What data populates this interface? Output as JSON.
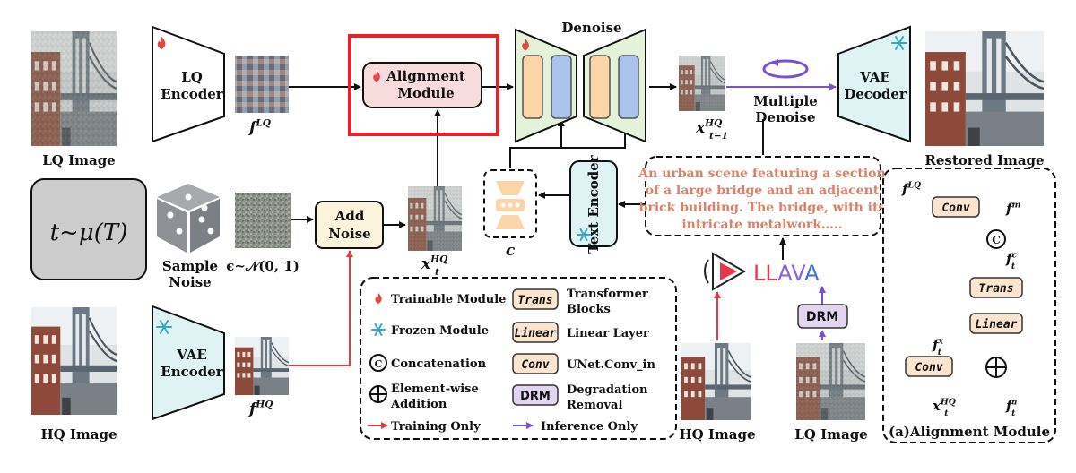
{
  "colors": {
    "training": "#e8394a",
    "inference": "#7b4fd6",
    "alignment_box": "#e8202a",
    "denoise_fill": "#e3f2d9",
    "encoder_fill": "#dff3f5",
    "module_fill": "#f6dcdc",
    "token_orange": "#fbd5a8",
    "token_blue": "#a9c3ea",
    "op_fill": "#fbe5cf",
    "drm_fill": "#e3d5ef",
    "caption": "#d9826a",
    "llava_red": "#e8394a",
    "llava_purple": "#8a62e0",
    "llava_blue": "#3b74d9"
  },
  "icons": {
    "trainable": "flame-icon",
    "frozen": "snowflake-icon",
    "concatenation": "circled-c-icon",
    "addition": "circled-plus-icon",
    "sample_noise": "dice-icon",
    "cycle": "cycle-arrow-icon",
    "llava": "play-icon"
  },
  "labels": {
    "lq_image": "LQ Image",
    "hq_image": "HQ Image",
    "restored_image": "Restored Image",
    "lq_encoder": [
      "LQ",
      "Encoder"
    ],
    "vae_encoder": [
      "VAE",
      "Encoder"
    ],
    "vae_decoder": [
      "VAE",
      "Decoder"
    ],
    "alignment_module": [
      "Alignment",
      "Module"
    ],
    "denoise": "Denoise",
    "multiple_denoise": [
      "Multiple",
      "Denoise"
    ],
    "text_encoder": [
      "Text",
      "Encoder"
    ],
    "add_noise": [
      "Add",
      "Noise"
    ],
    "sample_noise": [
      "Sample",
      "Noise"
    ],
    "t_formula": "t~μ(T)",
    "noise_formula": "ϵ~𝒩(𝟎, 𝟏)",
    "c_label": "c",
    "f_lq": "f",
    "f_lq_sup": "LQ",
    "f_hq": "f",
    "f_hq_sup": "HQ",
    "x_t_hq": "x",
    "x_t_hq_sup": "HQ",
    "x_t_hq_sub": "t",
    "x_t1_hq": "x",
    "x_t1_hq_sup": "HQ",
    "x_t1_hq_sub": "t−1",
    "llava": "LLAVA",
    "drm": "DRM",
    "hq_image_bottom": "HQ Image",
    "lq_image_bottom": "LQ Image"
  },
  "caption_lines": [
    "An urban scene featuring a section",
    "of a large bridge and an adjacent",
    "brick building. The bridge, with its",
    "intricate metalwork….."
  ],
  "legend": {
    "trainable": "Trainable Module",
    "frozen": "Frozen Module",
    "concat": "Concatenation",
    "elementwise": [
      "Element-wise",
      "Addition"
    ],
    "training_only": "Training Only",
    "inference_only": "Inference Only",
    "trans_tag": "Trans",
    "trans_desc": [
      "Transformer",
      "Blocks"
    ],
    "linear_tag": "Linear",
    "linear_desc": "Linear Layer",
    "conv_tag": "Conv",
    "conv_desc": "UNet.Conv_in",
    "drm_tag": "DRM",
    "drm_desc": [
      "Degradation",
      "Removal"
    ]
  },
  "alignment_panel": {
    "title": "(a)Alignment Module",
    "f_lq": "f",
    "f_lq_sup": "LQ",
    "conv_top": "Conv",
    "f_m": "f",
    "f_m_sup": "m",
    "concat_symbol": "C",
    "f_tc": "f",
    "f_tc_sup": "c",
    "f_tc_sub": "t",
    "trans": "Trans",
    "linear": "Linear",
    "conv_bottom": "Conv",
    "f_tx": "f",
    "f_tx_sup": "x",
    "f_tx_sub": "t",
    "x_t_hq": "x",
    "x_t_hq_sup": "HQ",
    "x_t_hq_sub": "t",
    "f_ta": "f",
    "f_ta_sup": "a",
    "f_ta_sub": "t"
  }
}
